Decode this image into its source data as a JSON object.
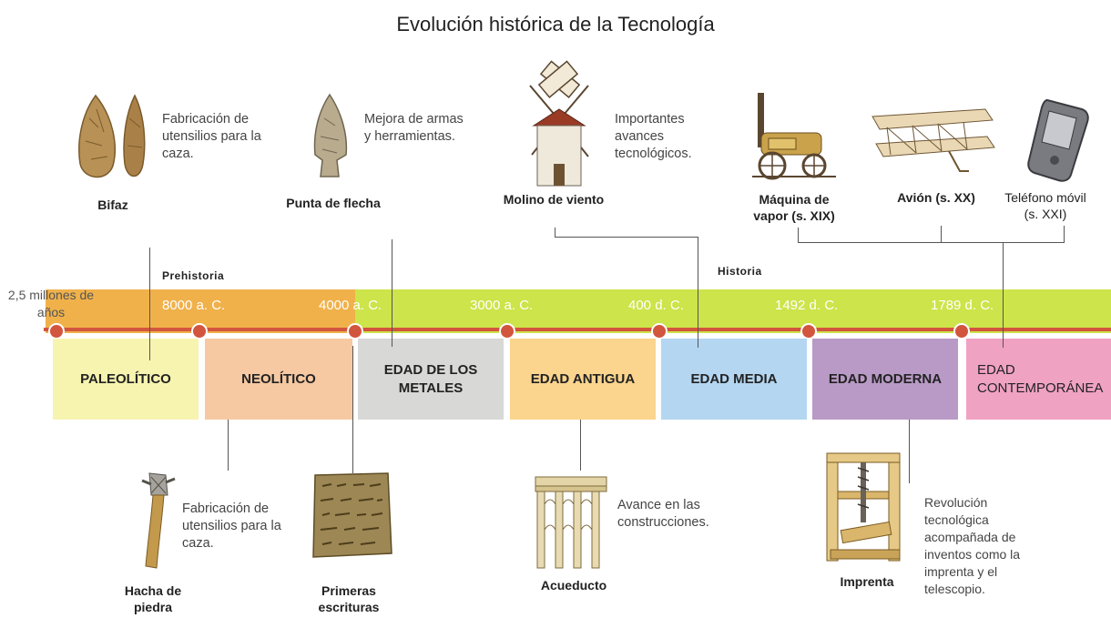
{
  "title": "Evolución histórica de la Tecnología",
  "sections": {
    "prehistoria": "Prehistoria",
    "historia": "Historia"
  },
  "dates": [
    "2,5 millones de años",
    "8000 a. C.",
    "4000 a. C.",
    "3000 a. C.",
    "400 d. C.",
    "1492 d. C.",
    "1789 d. C."
  ],
  "eras": [
    {
      "label": "PALEOLÍTICO",
      "color": "#f7f4b0"
    },
    {
      "label": "NEOLÍTICO",
      "color": "#f6c9a2"
    },
    {
      "label": "EDAD DE LOS METALES",
      "color": "#d8d8d6"
    },
    {
      "label": "EDAD ANTIGUA",
      "color": "#fbd48e"
    },
    {
      "label": "EDAD MEDIA",
      "color": "#b4d6f1"
    },
    {
      "label": "EDAD MODERNA",
      "color": "#b99ac6"
    },
    {
      "label": "EDAD CONTEMPORÁNEA",
      "color": "#f0a2c3"
    }
  ],
  "bands": {
    "prehistoria_color": "#f0b14b",
    "historia_color": "#cde44a",
    "line_color": "#d2553e"
  },
  "top_items": {
    "bifaz": {
      "name": "Bifaz",
      "desc": "Fabricación de utensilios para la caza."
    },
    "punta": {
      "name": "Punta de flecha",
      "desc": "Mejora de armas y herramientas."
    },
    "molino": {
      "name": "Molino de viento",
      "desc": "Importantes avances tecnológicos."
    },
    "maquina": {
      "name": "Máquina de vapor (s. XIX)"
    },
    "avion": {
      "name": "Avión (s. XX)"
    },
    "telefono": {
      "name": "Teléfono móvil (s. XXI)"
    }
  },
  "bottom_items": {
    "hacha": {
      "name": "Hacha de piedra",
      "desc": "Fabricación de utensilios para la caza."
    },
    "escrituras": {
      "name": "Primeras escrituras"
    },
    "acueducto": {
      "name": "Acueducto",
      "desc": "Avance en las construcciones."
    },
    "imprenta": {
      "name": "Imprenta",
      "desc": "Revolución tecnológica acompañada de inventos como la imprenta y el telescopio."
    }
  }
}
